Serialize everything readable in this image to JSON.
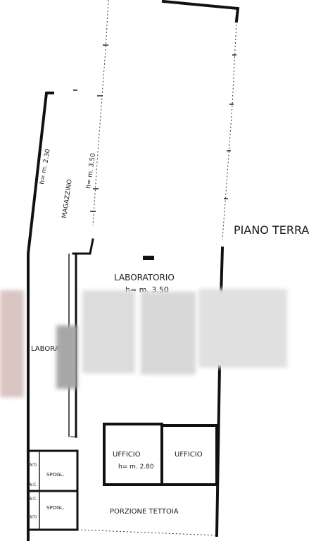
{
  "plan": {
    "floor_label": "PIANO TERRA",
    "rooms": {
      "magazzino": "MAGAZZINO",
      "h_230": "h= m. 2.30",
      "h_350_left": "h= m. 3.50",
      "laboratorio": "LABORATORIO",
      "laboratorio_h": "h= m. 3.50",
      "laborat_small": "LABORAT",
      "ufficio_left": "UFFICIO",
      "ufficio_left_h": "h= m. 2.80",
      "ufficio_right": "UFFICIO",
      "spogl_top": "SPOGL.",
      "spogl_bottom": "SPOGL.",
      "anti_top": "ANTI",
      "wc_top": "W.C.",
      "wc_bottom": "W.C.",
      "anti_bottom": "ANTI",
      "porzione_tettoia": "PORZIONE TETTOIA"
    }
  }
}
